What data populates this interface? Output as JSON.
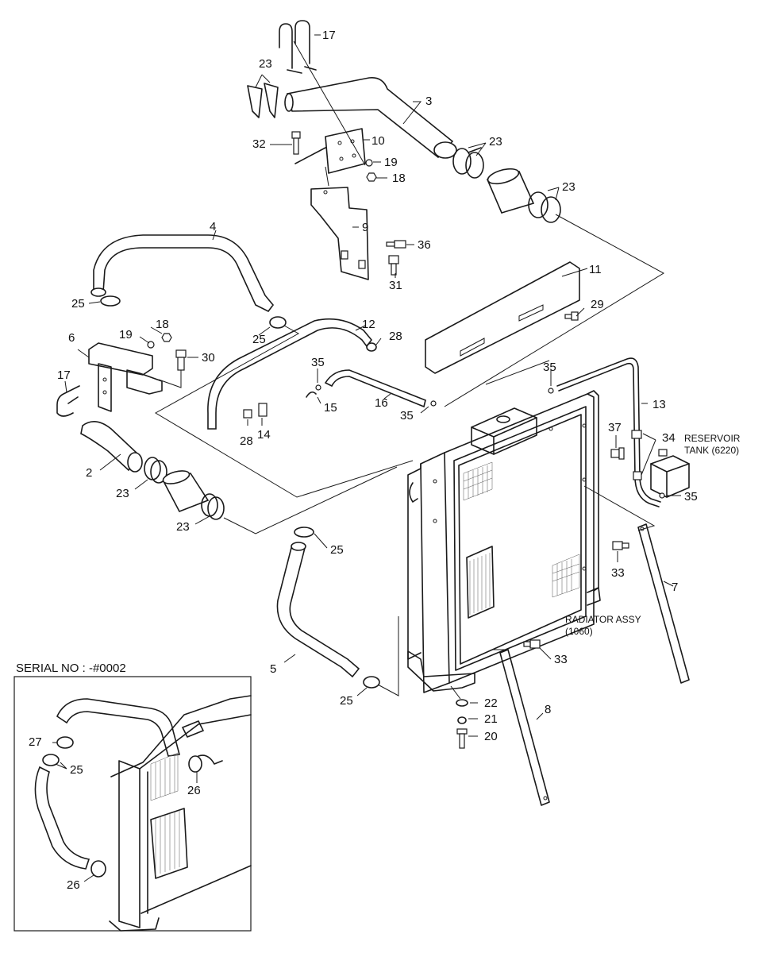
{
  "callouts": [
    "17",
    "23",
    "3",
    "32",
    "10",
    "19",
    "18",
    "23",
    "23",
    "9",
    "36",
    "31",
    "4",
    "11",
    "29",
    "25",
    "18",
    "19",
    "6",
    "30",
    "12",
    "28",
    "17",
    "35",
    "15",
    "16",
    "28",
    "14",
    "35",
    "13",
    "35",
    "37",
    "34",
    "2",
    "23",
    "23",
    "25",
    "35",
    "33",
    "7",
    "5",
    "33",
    "22",
    "21",
    "20",
    "25",
    "8",
    "27",
    "25",
    "26",
    "26"
  ],
  "labels": {
    "reservoir_line1": "RESERVOIR",
    "reservoir_line2": "TANK (6220)",
    "radiator_line1": "RADIATOR ASSY",
    "radiator_line2": "(1060)",
    "inset_title": "SERIAL NO : -#0002"
  }
}
